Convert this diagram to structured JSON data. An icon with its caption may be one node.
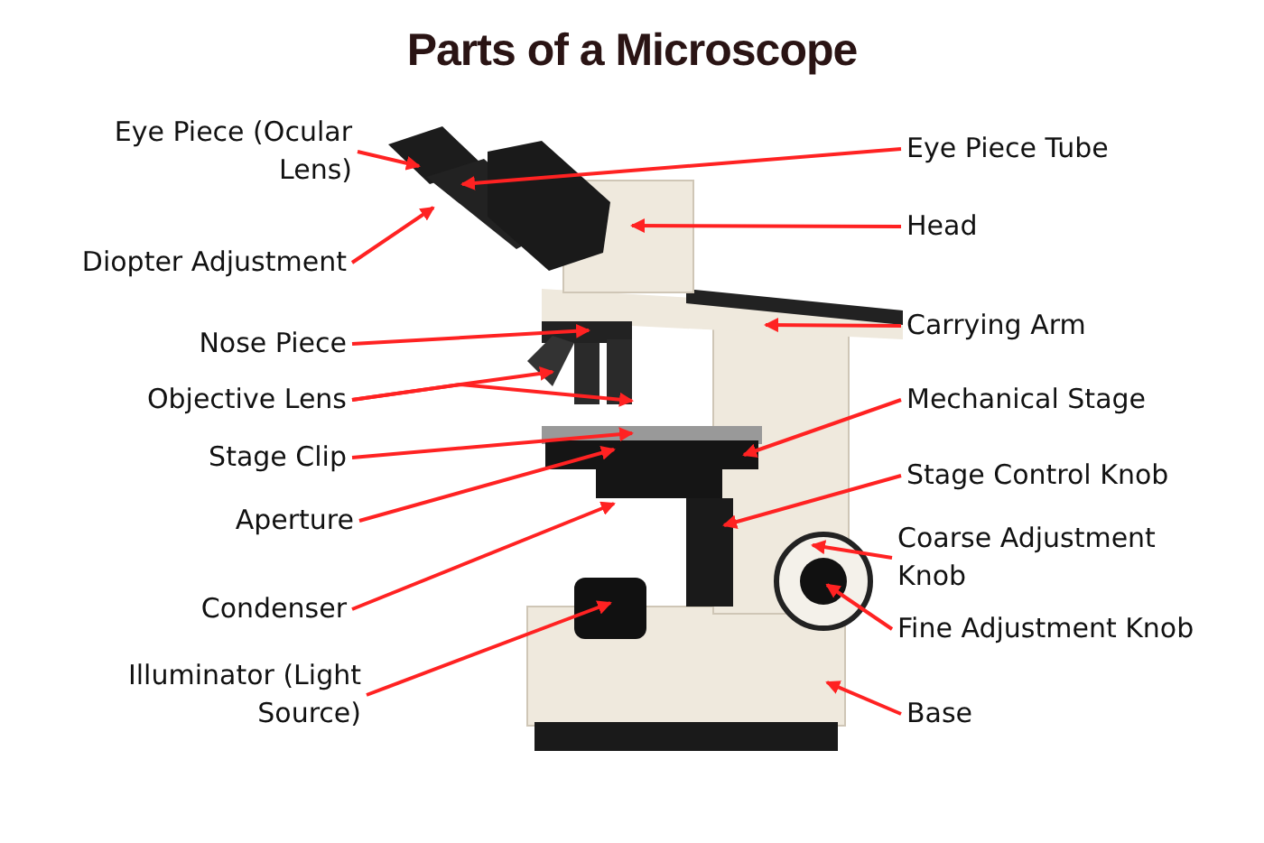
{
  "diagram": {
    "title": "Parts of a Microscope",
    "nodes": [
      {
        "text": [
          "Eye Piece (Ocular Lens)"
        ]
      },
      {
        "text": [
          "Diopter Adjustment"
        ]
      },
      {
        "text": [
          "Nose Piece"
        ]
      },
      {
        "text": [
          "Objective Lens"
        ]
      },
      {
        "text": [
          "Stage Clip"
        ]
      },
      {
        "text": [
          "Aperture"
        ]
      },
      {
        "text": [
          "Condenser"
        ]
      },
      {
        "text": [
          "Illuminator (Light Source)"
        ]
      },
      {
        "text": [
          "Eye Piece Tube"
        ]
      },
      {
        "text": [
          "Head"
        ]
      },
      {
        "text": [
          "Carrying Arm"
        ]
      },
      {
        "text": [
          "Mechanical Stage"
        ]
      },
      {
        "text": [
          "Stage Control Knob"
        ]
      },
      {
        "text": [
          "Coarse Adjustment Knob"
        ]
      },
      {
        "text": [
          "Fine Adjustment Knob"
        ]
      },
      {
        "text": [
          "Base"
        ]
      }
    ],
    "edges": [
      {
        "from": 0,
        "to": null,
        "arrow": "to"
      },
      {
        "from": 1,
        "to": null,
        "arrow": "to"
      },
      {
        "from": 2,
        "to": null,
        "arrow": "to"
      },
      {
        "from": 3,
        "to": null,
        "arrow": "to"
      },
      {
        "from": 3,
        "to": null,
        "arrow": "to"
      },
      {
        "from": 4,
        "to": null,
        "arrow": "to"
      },
      {
        "from": 5,
        "to": null,
        "arrow": "to"
      },
      {
        "from": 6,
        "to": null,
        "arrow": "to"
      },
      {
        "from": 7,
        "to": null,
        "arrow": "to"
      },
      {
        "from": 8,
        "to": null,
        "arrow": "to"
      },
      {
        "from": 9,
        "to": null,
        "arrow": "to"
      },
      {
        "from": 10,
        "to": null,
        "arrow": "to"
      },
      {
        "from": 11,
        "to": null,
        "arrow": "to"
      },
      {
        "from": 12,
        "to": null,
        "arrow": "to"
      },
      {
        "from": 13,
        "to": null,
        "arrow": "to"
      },
      {
        "from": 14,
        "to": null,
        "arrow": "to"
      },
      {
        "from": 15,
        "to": null,
        "arrow": "to"
      }
    ]
  }
}
